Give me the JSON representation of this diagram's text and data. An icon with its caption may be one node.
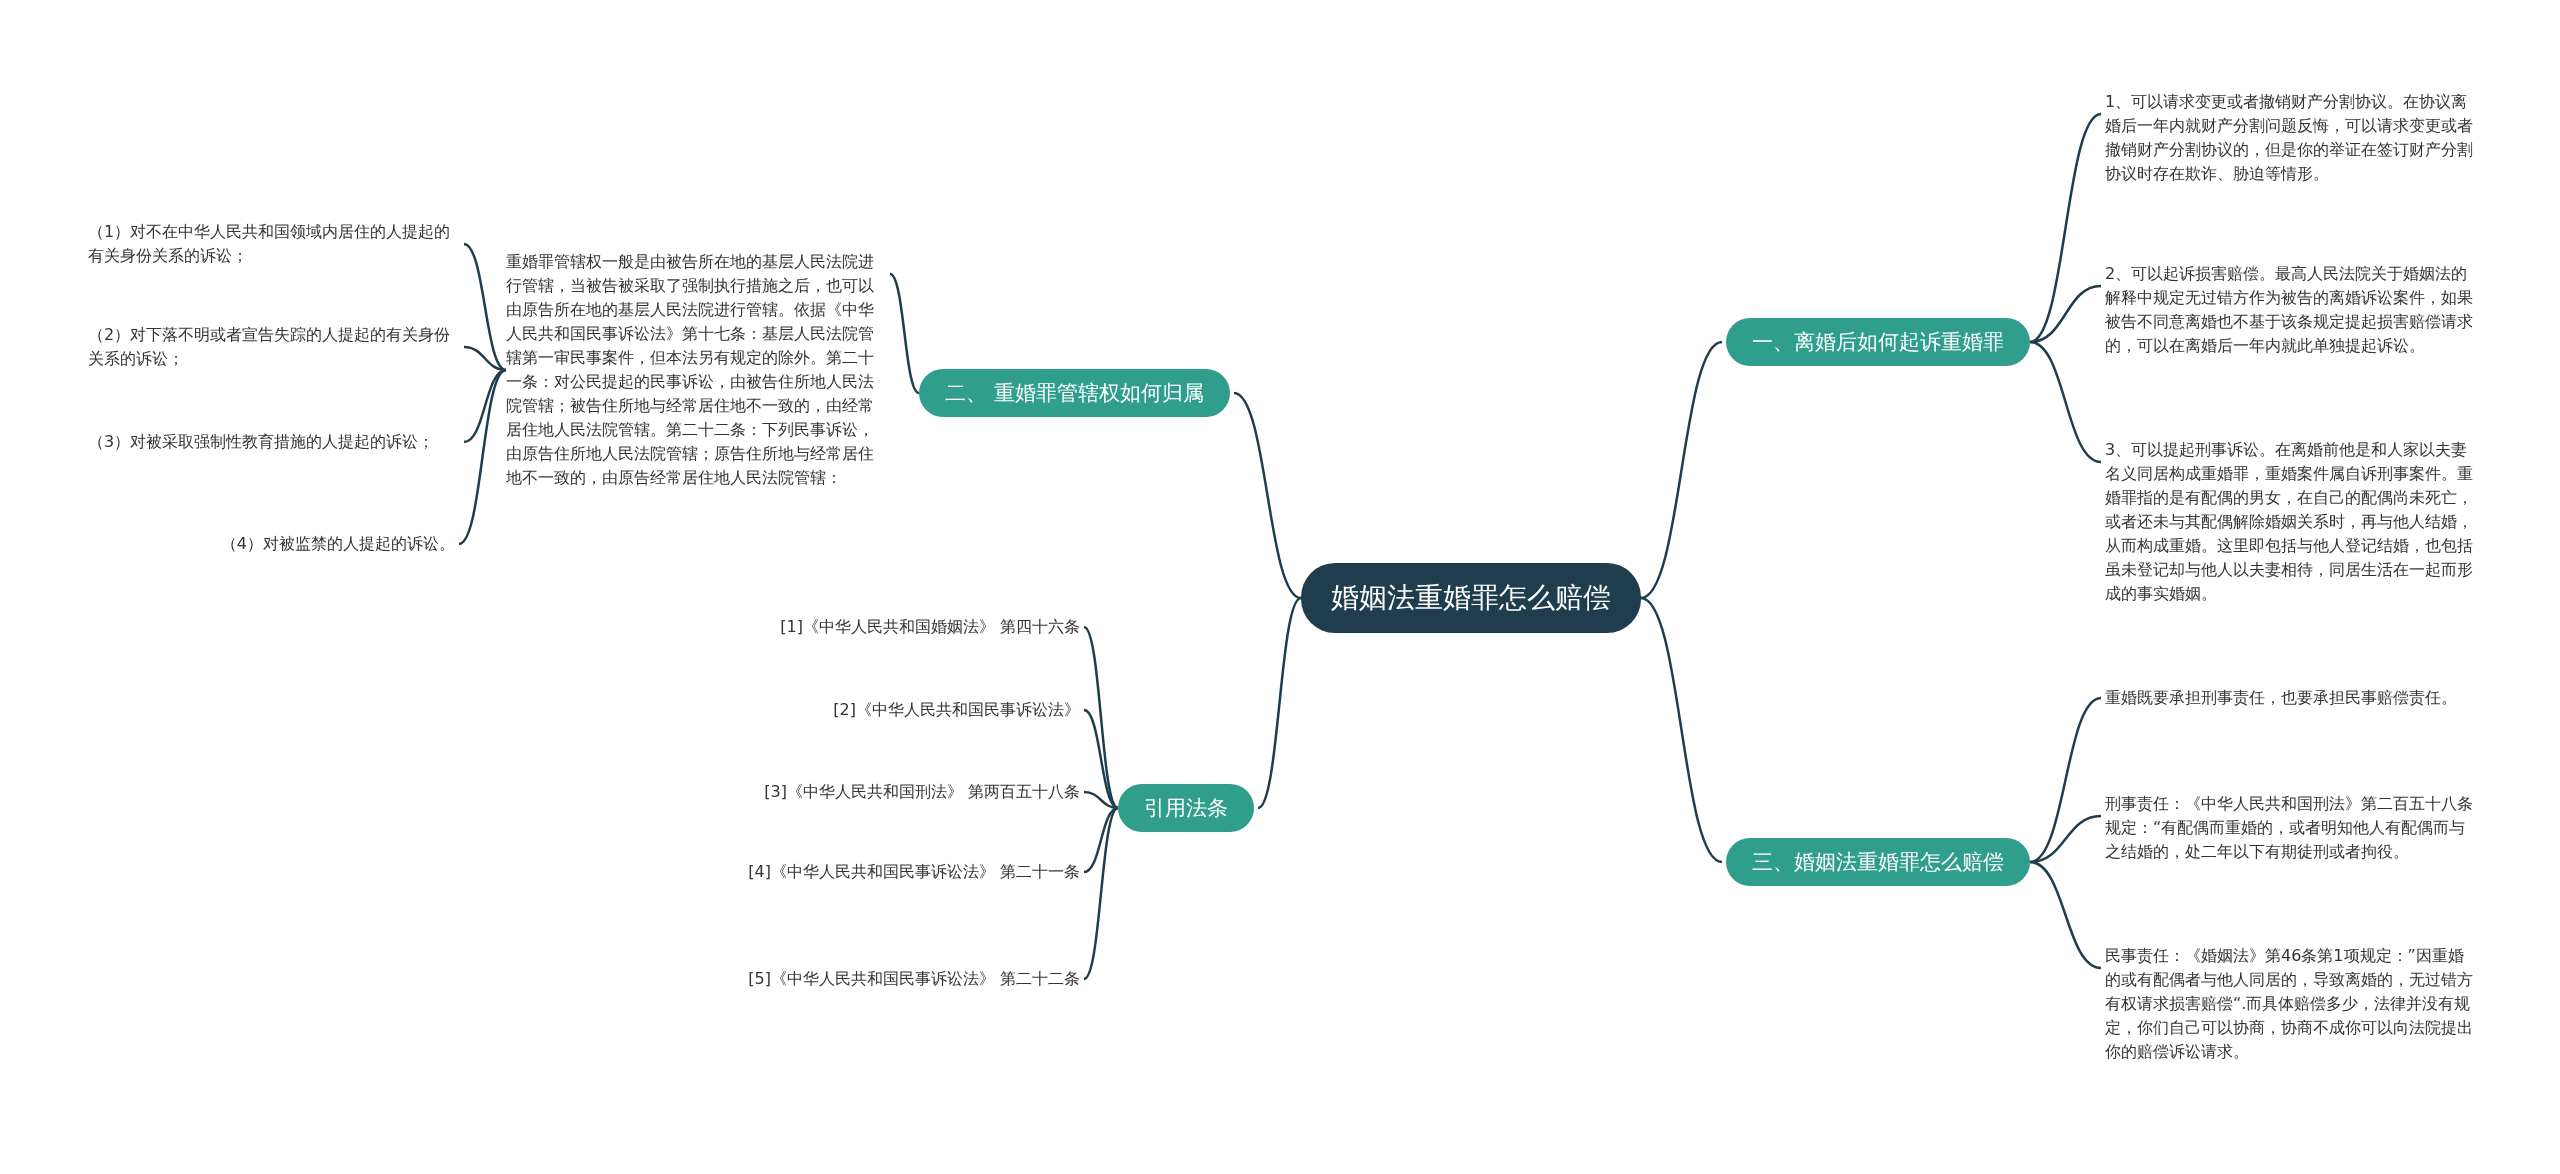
{
  "diagram": {
    "nodes": [
      {
        "text": [
          "婚姻法重婚罪怎么赔偿"
        ]
      },
      {
        "text": [
          "一、离婚后如何起诉重婚罪"
        ]
      },
      {
        "text": [
          "1、可以请求变更或者撤销财产分割协议。在协议离婚后一年内就财产分割问题反悔，可以请求变更或者撤销财产分割协议的，但是你的举证在签订财产分割协议时存在欺诈、胁迫等情形。"
        ]
      },
      {
        "text": [
          "2、可以起诉损害赔偿。最高人民法院关于婚姻法的解释中规定无过错方作为被告的离婚诉讼案件，如果被告不同意离婚也不基于该条规定提起损害赔偿请求的，可以在离婚后一年内就此单独提起诉讼。"
        ]
      },
      {
        "text": [
          "3、可以提起刑事诉讼。在离婚前他是和人家以夫妻名义同居构成重婚罪，重婚案件属自诉刑事案件。重婚罪指的是有配偶的男女，在自己的配偶尚未死亡，或者还未与其配偶解除婚姻关系时，再与他人结婚，从而构成重婚。这里即包括与他人登记结婚，也包括虽未登记却与他人以夫妻相待，同居生活在一起而形成的事实婚姻。"
        ]
      },
      {
        "text": [
          "二、 重婚罪管辖权如何归属"
        ]
      },
      {
        "text": [
          "重婚罪管辖权一般是由被告所在地的基层人民法院进行管辖，当被告被采取了强制执行措施之后，也可以由原告所在地的基层人民法院进行管辖。依据《中华人民共和国民事诉讼法》第十七条：基层人民法院管辖第一审民事案件，但本法另有规定的除外。第二十一条：对公民提起的民事诉讼，由被告住所地人民法院管辖；被告住所地与经常居住地不一致的，由经常居住地人民法院管辖。第二十二条：下列民事诉讼，由原告住所地人民法院管辖；原告住所地与经常居住地不一致的，由原告经常居住地人民法院管辖："
        ]
      },
      {
        "text": [
          "（1）对不在中华人民共和国领域内居住的人提起的有关身份关系的诉讼；"
        ]
      },
      {
        "text": [
          "（2）对下落不明或者宣告失踪的人提起的有关身份关系的诉讼；"
        ]
      },
      {
        "text": [
          "（3）对被采取强制性教育措施的人提起的诉讼；"
        ]
      },
      {
        "text": [
          "（4）对被监禁的人提起的诉讼。"
        ]
      },
      {
        "text": [
          "三、婚姻法重婚罪怎么赔偿"
        ]
      },
      {
        "text": [
          "重婚既要承担刑事责任，也要承担民事赔偿责任。"
        ]
      },
      {
        "text": [
          "刑事责任：《中华人民共和国刑法》第二百五十八条规定：“有配偶而重婚的，或者明知他人有配偶而与之结婚的，处二年以下有期徒刑或者拘役。"
        ]
      },
      {
        "text": [
          "民事责任：《婚姻法》第46条第1项规定：”因重婚的或有配偶者与他人同居的，导致离婚的，无过错方有权请求损害赔偿“.而具体赔偿多少，法律并没有规定，你们自己可以协商，协商不成你可以向法院提出你的赔偿诉讼请求。"
        ]
      },
      {
        "text": [
          "引用法条"
        ]
      },
      {
        "text": [
          "[1]《中华人民共和国婚姻法》 第四十六条"
        ]
      },
      {
        "text": [
          "[2]《中华人民共和国民事诉讼法》"
        ]
      },
      {
        "text": [
          "[3]《中华人民共和国刑法》 第两百五十八条"
        ]
      },
      {
        "text": [
          "[4]《中华人民共和国民事诉讼法》 第二十一条"
        ]
      },
      {
        "text": [
          "[5]《中华人民共和国民事诉讼法》 第二十二条"
        ]
      }
    ],
    "edges": [
      {
        "from": 0,
        "to": 1,
        "arrow": "none"
      },
      {
        "from": 1,
        "to": 2,
        "arrow": "none"
      },
      {
        "from": 1,
        "to": 3,
        "arrow": "none"
      },
      {
        "from": 1,
        "to": 4,
        "arrow": "none"
      },
      {
        "from": 0,
        "to": 5,
        "arrow": "none"
      },
      {
        "from": 5,
        "to": 6,
        "arrow": "none"
      },
      {
        "from": 6,
        "to": 7,
        "arrow": "none"
      },
      {
        "from": 6,
        "to": 8,
        "arrow": "none"
      },
      {
        "from": 6,
        "to": 9,
        "arrow": "none"
      },
      {
        "from": 6,
        "to": 10,
        "arrow": "none"
      },
      {
        "from": 0,
        "to": 11,
        "arrow": "none"
      },
      {
        "from": 11,
        "to": 12,
        "arrow": "none"
      },
      {
        "from": 11,
        "to": 13,
        "arrow": "none"
      },
      {
        "from": 11,
        "to": 14,
        "arrow": "none"
      },
      {
        "from": 0,
        "to": 15,
        "arrow": "none"
      },
      {
        "from": 15,
        "to": 16,
        "arrow": "none"
      },
      {
        "from": 15,
        "to": 17,
        "arrow": "none"
      },
      {
        "from": 15,
        "to": 18,
        "arrow": "none"
      },
      {
        "from": 15,
        "to": 19,
        "arrow": "none"
      },
      {
        "from": 15,
        "to": 20,
        "arrow": "none"
      }
    ]
  }
}
